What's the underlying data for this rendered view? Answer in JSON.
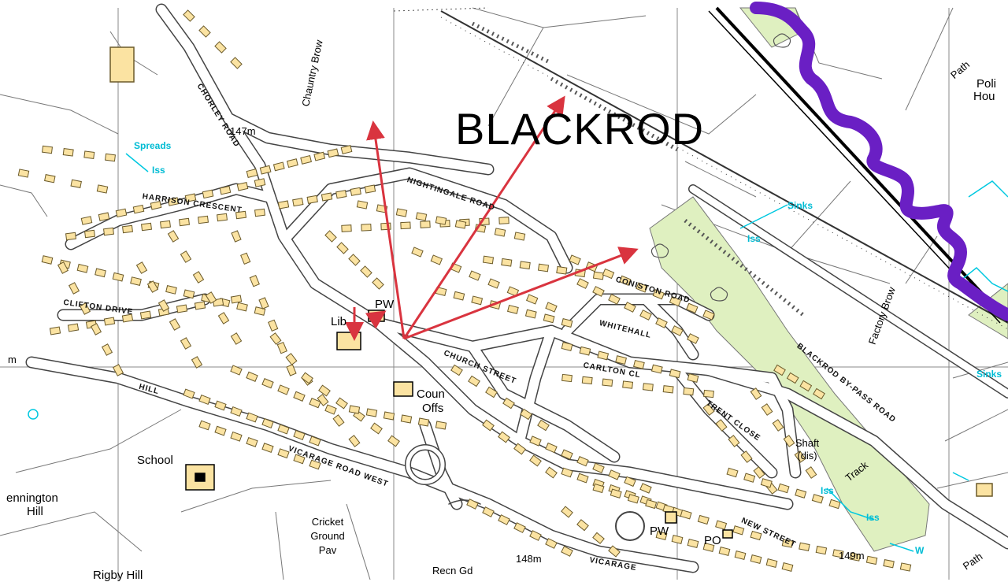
{
  "title": "BLACKROD",
  "colors": {
    "building": "#fbe3a2",
    "buildingStroke": "#6b5a2a",
    "park": "#dff0c0",
    "water": "#00c8e0",
    "river": "#6a1fc4",
    "arrow": "#d9343f",
    "road": "#ffffff",
    "roadCasing": "#555555"
  },
  "labels": {
    "spreads": "Spreads",
    "iss1": "Iss",
    "sinks1": "Sinks",
    "iss2": "Iss",
    "sinks2": "Sinks",
    "iss3": "Iss",
    "iss4": "Iss",
    "w": "W",
    "h147": "147m",
    "h148": "148m",
    "h149": "149m",
    "m_left": "m",
    "pw1": "PW",
    "pw2": "PW",
    "lib": "Lib",
    "coun": "Coun",
    "offs": "Offs",
    "school": "School",
    "pennington": "ennington",
    "hill1": "Hill",
    "rigby": "Rigby Hill",
    "cricket": "Cricket",
    "ground": "Ground",
    "pav": "Pav",
    "recn": "Recn Gd",
    "shaft": "Shaft",
    "dis": "(dis)",
    "track": "Track",
    "path1": "Path",
    "path2": "Path",
    "poli": "Poli",
    "hou": "Hou",
    "po": "PO",
    "chauntry": "Chauntry Brow",
    "factory": "Factory Brow",
    "bypass": "BLACKROD BY-PASS ROAD",
    "chorley": "CHORLEY ROAD",
    "nightingale": "NIGHTINGALE ROAD",
    "harrison": "HARRISON CRESCENT",
    "vicarage_w": "VICARAGE ROAD WEST",
    "vicarage": "VICARAGE",
    "church": "CHURCH STREET",
    "coniston": "CONISTON ROAD",
    "whitehall": "WHITEHALL",
    "carlton": "CARLTON CL",
    "clifton": "CLIFTON DRIVE",
    "new_street": "NEW STREET",
    "hill_street": "HILL",
    "trent": "TRENT CLOSE"
  }
}
